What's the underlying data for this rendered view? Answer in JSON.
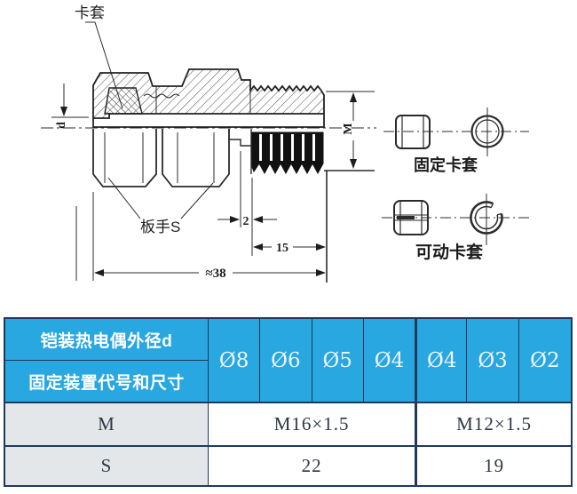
{
  "drawing": {
    "labels": {
      "ferrule": "卡套",
      "wrench": "板手S",
      "fixed_ferrule": "固定卡套",
      "movable_ferrule": "可动卡套"
    },
    "dimensions": {
      "d": "d",
      "M": "M",
      "gap": "2",
      "thread_length": "15",
      "total_length": "≈38"
    }
  },
  "table": {
    "header": {
      "title_top": "铠装热电偶外径d",
      "title_bottom": "固定装置代号和尺寸",
      "diameters": [
        "Ø8",
        "Ø6",
        "Ø5",
        "Ø4",
        "Ø4",
        "Ø3",
        "Ø2"
      ]
    },
    "row_m": {
      "label": "M",
      "value_left": "M16×1.5",
      "value_right": "M12×1.5"
    },
    "row_s": {
      "label": "S",
      "value_left": "22",
      "value_right": "19"
    },
    "colors": {
      "header_bg": "#29a7e0",
      "border": "#203a5c",
      "label_bg": "#e4e7ea"
    }
  }
}
